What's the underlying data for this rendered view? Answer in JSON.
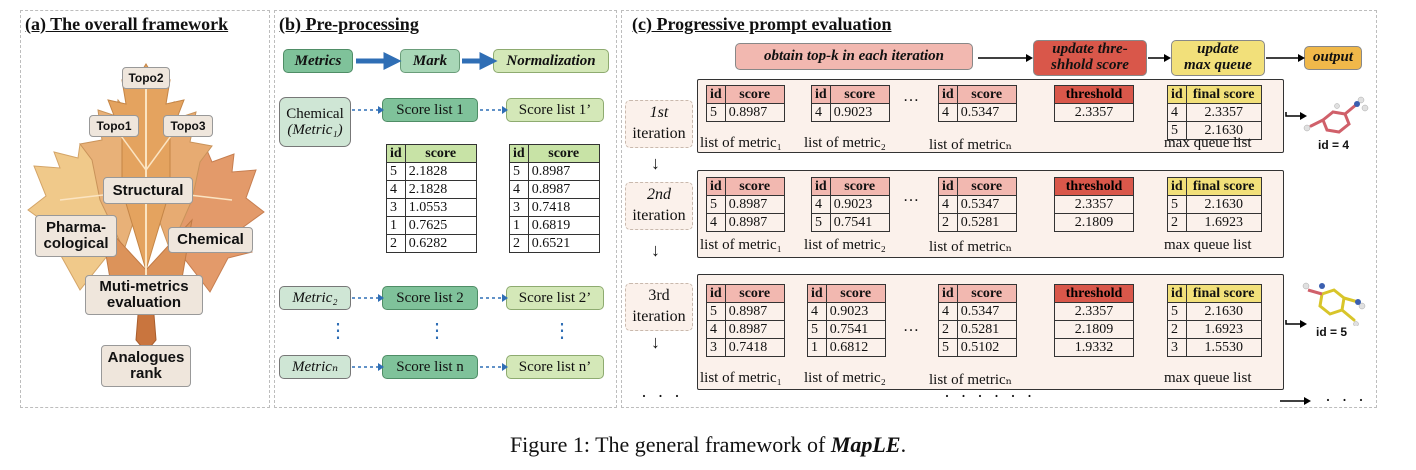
{
  "panels": {
    "a_title": "(a) The overall framework",
    "b_title": "(b) Pre-processing",
    "c_title": "(c) Progressive prompt evaluation"
  },
  "leaf": {
    "topo2": "Topo2",
    "topo1": "Topo1",
    "topo3": "Topo3",
    "structural": "Structural",
    "pharma": "Pharma-\ncological",
    "chemical": "Chemical",
    "muti": "Muti-metrics\nevaluation",
    "analogues": "Analogues\nrank",
    "colors": {
      "leaf_light": "#f0c98a",
      "leaf_mid": "#e5a96a",
      "leaf_dark": "#d98a55",
      "stem": "#c9753e"
    }
  },
  "preprocessing": {
    "steps": [
      "Metrics",
      "Mark",
      "Normalization"
    ],
    "chemical_label": "Chemical",
    "chemical_sub": "(Metric₁)",
    "score_list_1": "Score list 1",
    "score_list_1n": "Score list 1’",
    "metric2": "Metric₂",
    "score_list_2": "Score list 2",
    "score_list_2n": "Score list 2’",
    "metricn": "Metricₙ",
    "score_list_n": "Score list n",
    "score_list_nn": "Score list n’",
    "vdots": "⋮",
    "table1": {
      "headers": [
        "id",
        "score"
      ],
      "rows": [
        [
          "5",
          "2.1828"
        ],
        [
          "4",
          "2.1828"
        ],
        [
          "3",
          "1.0553"
        ],
        [
          "1",
          "0.7625"
        ],
        [
          "2",
          "0.6282"
        ]
      ]
    },
    "table2": {
      "headers": [
        "id",
        "score"
      ],
      "rows": [
        [
          "5",
          "0.8987"
        ],
        [
          "4",
          "0.8987"
        ],
        [
          "3",
          "0.7418"
        ],
        [
          "1",
          "0.6819"
        ],
        [
          "2",
          "0.6521"
        ]
      ]
    }
  },
  "progressive": {
    "flow": [
      "obtain top-k  in each iteration",
      "update thre-\nshhold score",
      "update\nmax queue",
      "output"
    ],
    "iter_labels": [
      [
        "1st",
        "iteration"
      ],
      [
        "2nd",
        "iteration"
      ],
      [
        "3rd",
        "iteration"
      ]
    ],
    "hdr_id": "id",
    "hdr_score": "score",
    "hdr_threshold": "threshold",
    "hdr_final": "final score",
    "ellipsis": "…",
    "list_metric1": "list of metric₁",
    "list_metric2": "list of metric₂",
    "list_metricn": "list of metricₙ",
    "max_queue": "max queue list",
    "iterations": [
      {
        "m1": [
          [
            "5",
            "0.8987"
          ]
        ],
        "m2": [
          [
            "4",
            "0.9023"
          ]
        ],
        "mn": [
          [
            "4",
            "0.5347"
          ]
        ],
        "threshold": [
          "2.3357"
        ],
        "queue": [
          [
            "4",
            "2.3357"
          ],
          [
            "5",
            "2.1630"
          ]
        ]
      },
      {
        "m1": [
          [
            "5",
            "0.8987"
          ],
          [
            "4",
            "0.8987"
          ]
        ],
        "m2": [
          [
            "4",
            "0.9023"
          ],
          [
            "5",
            "0.7541"
          ]
        ],
        "mn": [
          [
            "4",
            "0.5347"
          ],
          [
            "2",
            "0.5281"
          ]
        ],
        "threshold": [
          "2.3357",
          "2.1809"
        ],
        "queue": [
          [
            "5",
            "2.1630"
          ],
          [
            "2",
            "1.6923"
          ]
        ]
      },
      {
        "m1": [
          [
            "5",
            "0.8987"
          ],
          [
            "4",
            "0.8987"
          ],
          [
            "3",
            "0.7418"
          ]
        ],
        "m2": [
          [
            "4",
            "0.9023"
          ],
          [
            "5",
            "0.7541"
          ],
          [
            "1",
            "0.6812"
          ]
        ],
        "mn": [
          [
            "4",
            "0.5347"
          ],
          [
            "2",
            "0.5281"
          ],
          [
            "5",
            "0.5102"
          ]
        ],
        "threshold": [
          "2.3357",
          "2.1809",
          "1.9332"
        ],
        "queue": [
          [
            "5",
            "2.1630"
          ],
          [
            "2",
            "1.6923"
          ],
          [
            "3",
            "1.5530"
          ]
        ]
      }
    ],
    "id4": "id = 4",
    "id5": "id = 5",
    "bottom_dots_left": "· · ·",
    "bottom_dots_mid": "· · · · · ·",
    "bottom_dots_right": "· · ·",
    "down_arrow": "↓"
  },
  "caption": {
    "prefix": "Figure 1: The general framework of ",
    "name": "MapLE",
    "suffix": "."
  }
}
